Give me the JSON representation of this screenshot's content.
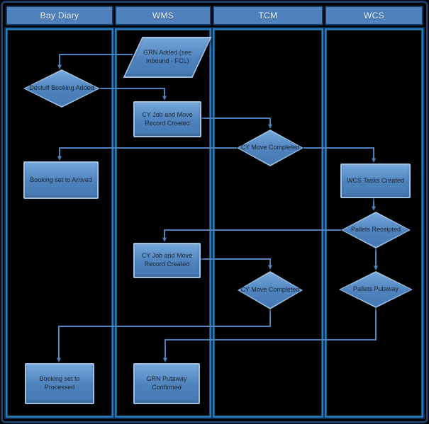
{
  "diagram": {
    "type": "swimlane-flowchart",
    "lanes": [
      {
        "label": "Bay Diary"
      },
      {
        "label": "WMS"
      },
      {
        "label": "TCM"
      },
      {
        "label": "WCS"
      }
    ],
    "nodes": {
      "grn_added": {
        "label": "GRN Added (see Inbound - FCL)",
        "shape": "parallelogram",
        "lane": "WMS"
      },
      "destuff_booking": {
        "label": "Destuff Booking Added",
        "shape": "diamond",
        "lane": "Bay Diary"
      },
      "cy_job_1": {
        "label": "CY Job and Move Record Created",
        "shape": "rect",
        "lane": "WMS"
      },
      "cy_move_1": {
        "label": "CY Move Completed",
        "shape": "diamond",
        "lane": "TCM"
      },
      "booking_arrived": {
        "label": "Booking set to Arrived",
        "shape": "rect",
        "lane": "Bay Diary"
      },
      "wcs_tasks": {
        "label": "WCS Tasks Created",
        "shape": "rect",
        "lane": "WCS"
      },
      "pallets_receipted": {
        "label": "Pallets Receipted",
        "shape": "diamond",
        "lane": "WCS"
      },
      "cy_job_2": {
        "label": "CY Job and Move Record Created",
        "shape": "rect",
        "lane": "WMS"
      },
      "cy_move_2": {
        "label": "CY Move Completed",
        "shape": "diamond",
        "lane": "TCM"
      },
      "pallets_putaway": {
        "label": "Pallets Putaway",
        "shape": "diamond",
        "lane": "WCS"
      },
      "booking_processed": {
        "label": "Booking set to Processed",
        "shape": "rect",
        "lane": "Bay Diary"
      },
      "grn_putaway": {
        "label": "GRN Putaway Confirmed",
        "shape": "rect",
        "lane": "WMS"
      }
    },
    "edges": [
      {
        "from": "grn_added",
        "to": "destuff_booking"
      },
      {
        "from": "destuff_booking",
        "to": "cy_job_1"
      },
      {
        "from": "cy_job_1",
        "to": "cy_move_1"
      },
      {
        "from": "cy_move_1",
        "to": "booking_arrived"
      },
      {
        "from": "cy_move_1",
        "to": "wcs_tasks"
      },
      {
        "from": "wcs_tasks",
        "to": "pallets_receipted"
      },
      {
        "from": "pallets_receipted",
        "to": "cy_job_2"
      },
      {
        "from": "pallets_receipted",
        "to": "pallets_putaway"
      },
      {
        "from": "cy_job_2",
        "to": "cy_move_2"
      },
      {
        "from": "cy_move_2",
        "to": "booking_processed"
      },
      {
        "from": "pallets_putaway",
        "to": "grn_putaway"
      }
    ],
    "colors": {
      "background": "#000000",
      "frame_border": "#1B3E6B",
      "lane_header_fill": "#4F81BD",
      "lane_header_text": "#F2F6FA",
      "lane_border": "#2B79C2",
      "shape_fill": "#5588C0",
      "shape_border": "#9FC2E2",
      "shape_text": "#1C2630",
      "connector": "#4F81BD"
    }
  }
}
